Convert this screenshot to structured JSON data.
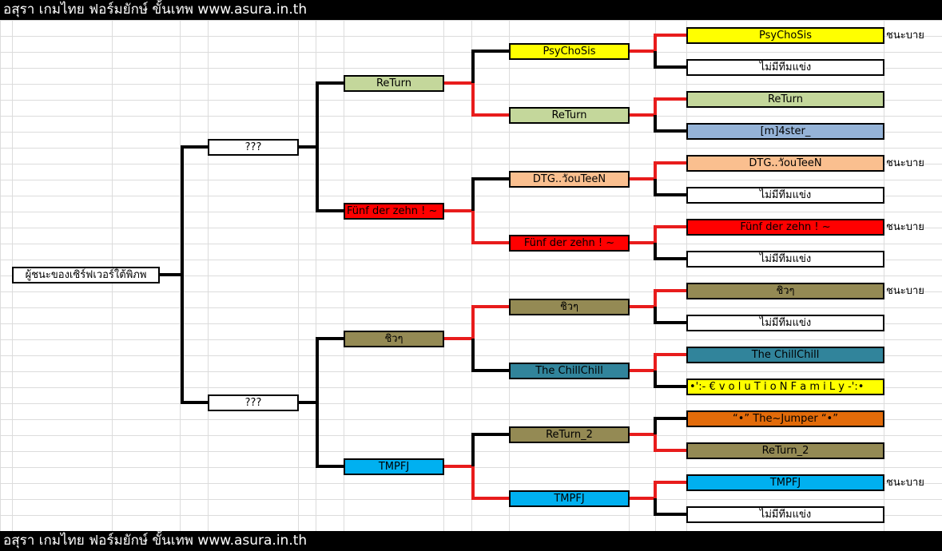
{
  "banner": {
    "top": "อสุรา เกมไทย ฟอร์มยักษ์ ขั้นเทพ www.asura.in.th",
    "bottom": "อสุรา เกมไทย ฟอร์มยักษ์ ขั้นเทพ www.asura.in.th"
  },
  "colors": {
    "connector_winner": "#e81c1c",
    "connector_default": "#000000",
    "yellow": "#ffff00",
    "sage": "#c4d79b",
    "periwinkle": "#95b3d7",
    "peach": "#fabf8f",
    "red": "#ff0000",
    "olive": "#948a54",
    "teal": "#31849b",
    "orange": "#e26b0a",
    "cyan": "#00b0f0",
    "white": "#ffffff"
  },
  "bracket": {
    "champion_label": "ผู้ชนะของเซิร์ฟเวอร์ใต้พิภพ",
    "round3": [
      "???",
      "???"
    ],
    "round2": [
      "ReTurn",
      "Fünf der zehn ! ~",
      "ชิวๆ",
      "TMPFJ"
    ],
    "round1": [
      "PsyChoSis",
      "ReTurn",
      "DTG..วัouTeeN",
      "Fünf der zehn ! ~",
      "ชิวๆ",
      "The ChillChill",
      "ReTurn_2",
      "TMPFJ"
    ],
    "entrants": [
      "PsyChoSis",
      "ไม่มีทีมแข่ง",
      "ReTurn",
      "[m]4ster_",
      "DTG..วัouTeeN",
      "ไม่มีทีมแข่ง",
      "Fünf der zehn ! ~",
      "ไม่มีทีมแข่ง",
      "ชิวๆ",
      "ไม่มีทีมแข่ง",
      "The ChillChill",
      "•':- € v o l u T i o N F a m i L y -':•",
      "“•” The~Jumper “•”",
      "ReTurn_2",
      "TMPFJ",
      "ไม่มีทีมแข่ง"
    ],
    "bye_note": "ชนะบาย",
    "bye_flags": [
      true,
      false,
      false,
      false,
      true,
      false,
      true,
      false,
      true,
      false,
      false,
      false,
      false,
      false,
      true,
      false
    ]
  }
}
